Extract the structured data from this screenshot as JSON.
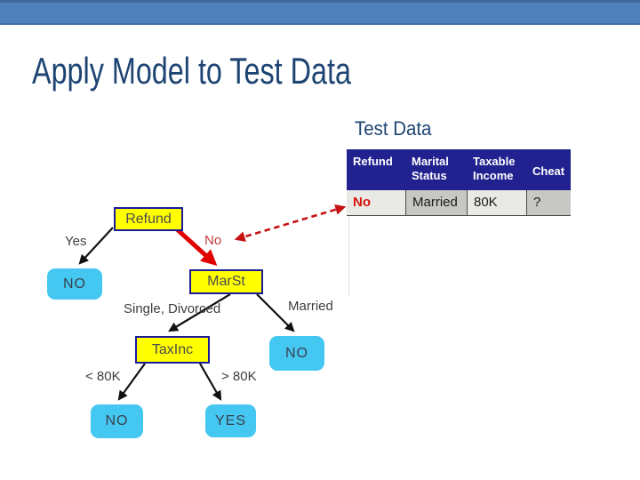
{
  "slide": {
    "title": "Apply Model to Test Data",
    "table_caption": "Test Data"
  },
  "test_table": {
    "columns": [
      "Refund",
      "Marital Status",
      "Taxable Income",
      "Cheat"
    ],
    "row": [
      "No",
      "Married",
      "80K",
      "?"
    ]
  },
  "tree": {
    "root": {
      "label": "Refund"
    },
    "marst": {
      "label": "MarSt"
    },
    "taxinc": {
      "label": "TaxInc"
    },
    "leaves": {
      "refund_yes": "NO",
      "marst_married": "NO",
      "taxinc_low": "NO",
      "taxinc_high": "YES"
    },
    "edges": {
      "yes": "Yes",
      "no": "No",
      "single_divorced": "Single, Divorced",
      "married": "Married",
      "lt": "< 80K",
      "gt": "> 80K"
    }
  },
  "colors": {
    "accent_bar": "#4e81bc",
    "title_text": "#1d4472",
    "table_header_bg": "#21218f",
    "table_header_text": "#ffffff",
    "cell_light": "#e9e9e5",
    "cell_dark": "#c7c7c3",
    "refund_no_text": "#d61408",
    "node_fill": "#ffff00",
    "node_border": "#1a1a9a",
    "leaf_fill": "#44c7f0",
    "highlight_edge": "#e00000",
    "dashed_arrow": "#c51111",
    "edge_black": "#111111"
  }
}
